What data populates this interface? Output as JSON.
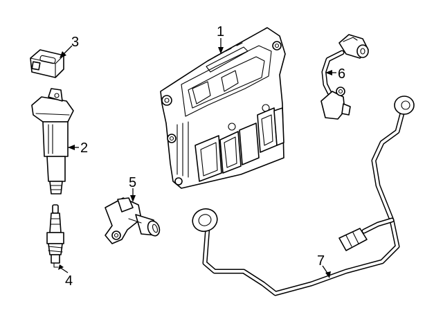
{
  "callouts": {
    "c1": "1",
    "c2": "2",
    "c3": "3",
    "c4": "4",
    "c5": "5",
    "c6": "6",
    "c7": "7"
  },
  "parts": [
    {
      "callout": "1",
      "icon": "engine-control-module-icon"
    },
    {
      "callout": "2",
      "icon": "ignition-coil-icon"
    },
    {
      "callout": "3",
      "icon": "coil-connector-icon"
    },
    {
      "callout": "4",
      "icon": "spark-plug-icon"
    },
    {
      "callout": "5",
      "icon": "camshaft-sensor-icon"
    },
    {
      "callout": "6",
      "icon": "crankshaft-sensor-icon"
    },
    {
      "callout": "7",
      "icon": "knock-sensor-harness-icon"
    }
  ],
  "colors": {
    "line": "#000000",
    "background": "#ffffff"
  }
}
